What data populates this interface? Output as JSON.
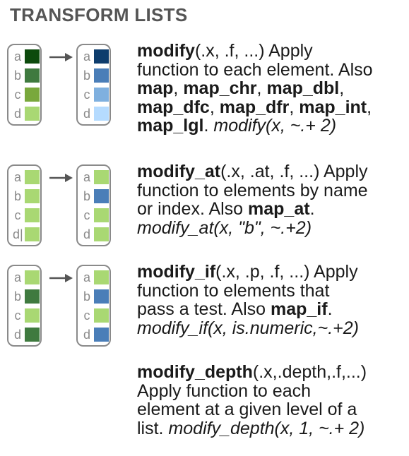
{
  "title": "TRANSFORM LISTS",
  "colors": {
    "arrow": "#555555",
    "border": "#8a8a8a"
  },
  "diagrams": [
    {
      "left": [
        {
          "letter": "a",
          "color": "#0c4a0c"
        },
        {
          "letter": "b",
          "color": "#3f7a3f"
        },
        {
          "letter": "c",
          "color": "#79a83c"
        },
        {
          "letter": "d",
          "color": "#a9d873"
        }
      ],
      "right": [
        {
          "letter": "a",
          "color": "#0e3d6d"
        },
        {
          "letter": "b",
          "color": "#4a7eb8"
        },
        {
          "letter": "c",
          "color": "#7fb0df"
        },
        {
          "letter": "d",
          "color": "#b5dbff"
        }
      ]
    },
    {
      "left": [
        {
          "letter": "a",
          "color": "#a9d873"
        },
        {
          "letter": "b",
          "color": "#a9d873"
        },
        {
          "letter": "c",
          "color": "#a9d873"
        },
        {
          "letter": "d|",
          "color": "#a9d873"
        }
      ],
      "right": [
        {
          "letter": "a",
          "color": "#a9d873"
        },
        {
          "letter": "b",
          "color": "#4a7eb8"
        },
        {
          "letter": "c",
          "color": "#a9d873"
        },
        {
          "letter": "d",
          "color": "#a9d873"
        }
      ]
    },
    {
      "left": [
        {
          "letter": "a",
          "color": "#a9d873"
        },
        {
          "letter": "b",
          "color": "#3f7a3f"
        },
        {
          "letter": "c",
          "color": "#a9d873"
        },
        {
          "letter": "d",
          "color": "#3f7a3f"
        }
      ],
      "right": [
        {
          "letter": "a",
          "color": "#a9d873"
        },
        {
          "letter": "b",
          "color": "#4a7eb8"
        },
        {
          "letter": "c",
          "color": "#a9d873"
        },
        {
          "letter": "d",
          "color": "#4a7eb8"
        }
      ]
    }
  ],
  "entries": [
    {
      "line1_fn": "modify",
      "line1_rest": "(.x, .f, ...) Apply",
      "line2": "function to each element. Also",
      "l3_f1": "map",
      "l3_s1": ", ",
      "l3_f2": "map_chr",
      "l3_s2": ", ",
      "l3_f3": "map_dbl",
      "l3_s3": ",",
      "l4_f1": "map_dfc",
      "l4_s1": ", ",
      "l4_f2": "map_dfr",
      "l4_s2": ", ",
      "l4_f3": "map_int",
      "l4_s3": ",",
      "l5_f1": "map_lgl",
      "l5_s1": ". ",
      "l5_example": "modify(x, ~.+ 2)"
    },
    {
      "line1_fn": "modify_at",
      "line1_rest": "(.x, .at, .f, ...) Apply",
      "line2": "function to elements by name",
      "line3_pre": "or index. Also ",
      "line3_fn": "map_at",
      "line3_post": ".",
      "example": "modify_at(x, \"b\", ~.+2)"
    },
    {
      "line1_fn": "modify_if",
      "line1_rest": "(.x, .p, .f, ...) Apply",
      "line2": "function to elements that",
      "line3_pre": "pass a test. Also ",
      "line3_fn": "map_if",
      "line3_post": ".",
      "example": "modify_if(x, is.numeric,~.+2)"
    },
    {
      "line1_fn": "modify_depth",
      "line1_rest": "(.x,.depth,.f,...)",
      "line2": "Apply function to each",
      "line3": "element at a given level of a",
      "line4_pre": "list. ",
      "example": "modify_depth(x, 1, ~.+ 2)"
    }
  ]
}
